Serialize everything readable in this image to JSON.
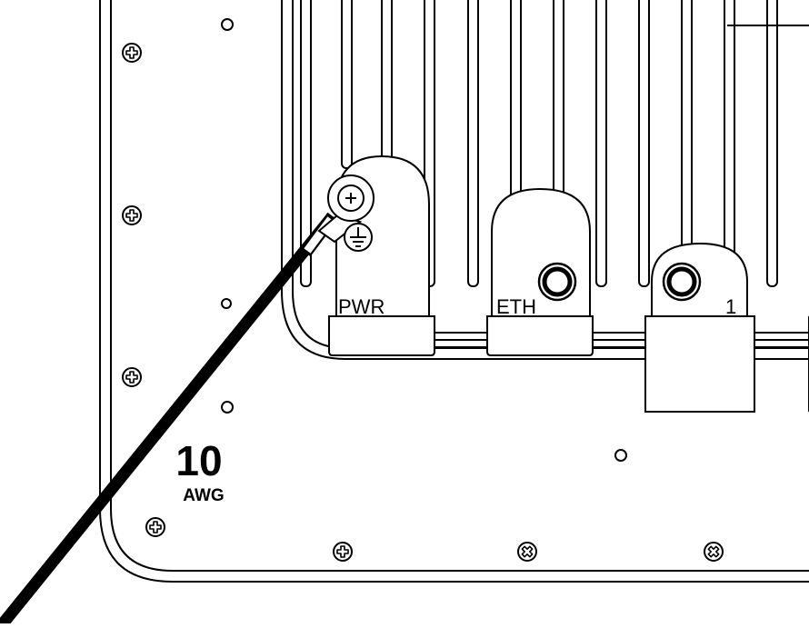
{
  "diagram": {
    "ports": [
      {
        "id": "pwr",
        "label": "PWR"
      },
      {
        "id": "eth",
        "label": "ETH"
      },
      {
        "id": "port1",
        "label": "1"
      }
    ],
    "ground_wire": {
      "gauge": "10",
      "unit": "AWG"
    },
    "ground_symbol": "ground-icon",
    "screw_icon": "screw-icon",
    "colors": {
      "line": "#000000",
      "background": "#ffffff"
    }
  }
}
